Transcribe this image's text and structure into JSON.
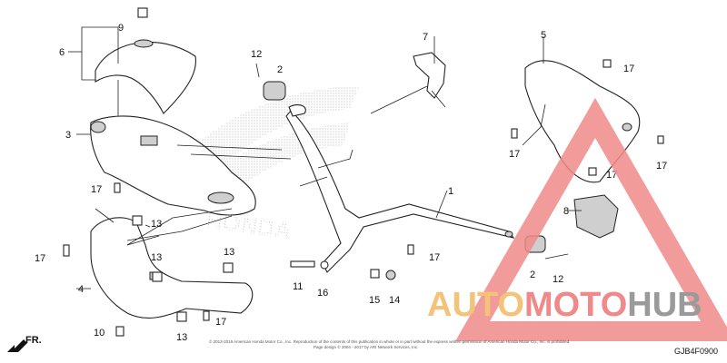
{
  "diagram": {
    "callouts": {
      "c1": "1",
      "c2a": "2",
      "c2b": "2",
      "c3": "3",
      "c4": "4",
      "c5": "5",
      "c6": "6",
      "c7": "7",
      "c8": "8",
      "c9": "9",
      "c10": "10",
      "c11": "11",
      "c12a": "12",
      "c12b": "12",
      "c13a": "13",
      "c13b": "13",
      "c13c": "13",
      "c13d": "13",
      "c14": "14",
      "c15": "15",
      "c16": "16",
      "c17a": "17",
      "c17b": "17",
      "c17c": "17",
      "c17d": "17",
      "c17e": "17",
      "c17f": "17",
      "c17g": "17",
      "c17h": "17"
    },
    "direction_label": "FR.",
    "copyright": "© 2013-2019 American Honda Motor Co., Inc. Reproduction of the contents of this publication in whole or in part without the express written permission of American Honda Motor Co., Inc. is prohibited.",
    "copyright_line2": "Page design © 2004 - 2017 by ARI Network Services, Inc.",
    "diagram_code": "GJB4F0900",
    "logo_text": "HONDA"
  },
  "watermark": {
    "brand_part1": "AUTO",
    "brand_part2": "MOTO",
    "brand_part3": "HUB",
    "color_orange": "#f5c27a",
    "color_red": "#f08a8a",
    "color_dark": "#9a9a9a"
  }
}
